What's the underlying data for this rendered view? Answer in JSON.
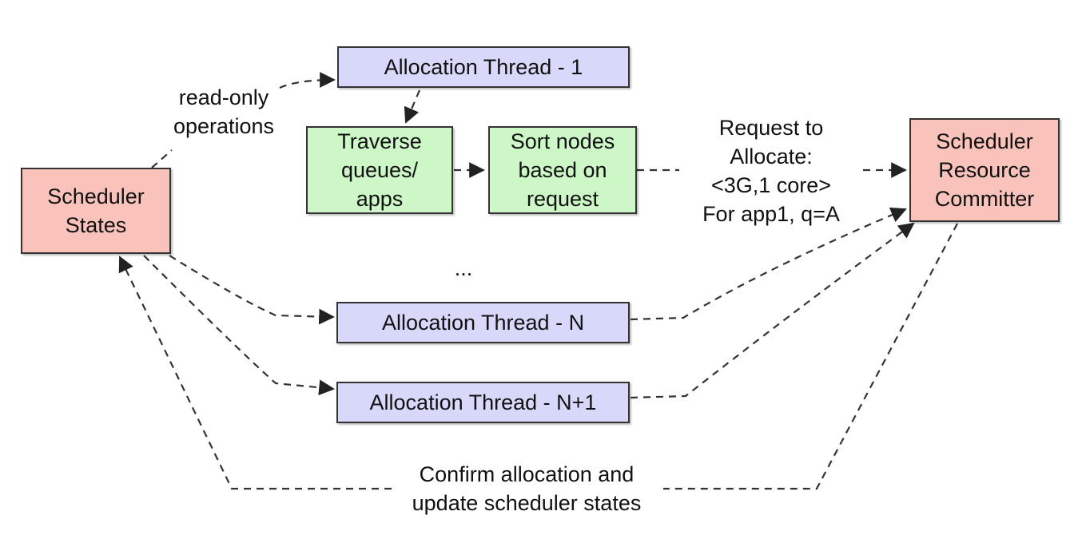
{
  "colors": {
    "thread_fill": "#d8d8fb",
    "step_fill": "#cdf7c7",
    "state_fill": "#f9c2ba",
    "edge": "#333333"
  },
  "boxes": {
    "scheduler_states": "Scheduler\nStates",
    "thread_1": "Allocation Thread - 1",
    "traverse": "Traverse\nqueues/\napps",
    "sort_nodes": "Sort nodes\nbased on\nrequest",
    "committer": "Scheduler\nResource\nCommitter",
    "thread_n": "Allocation Thread - N",
    "thread_n1": "Allocation Thread - N+1"
  },
  "labels": {
    "read_only": "read-only\noperations",
    "request": "Request to\nAllocate:\n<3G,1 core>\nFor app1, q=A",
    "ellipsis": "...",
    "confirm": "Confirm allocation and\nupdate scheduler states"
  }
}
